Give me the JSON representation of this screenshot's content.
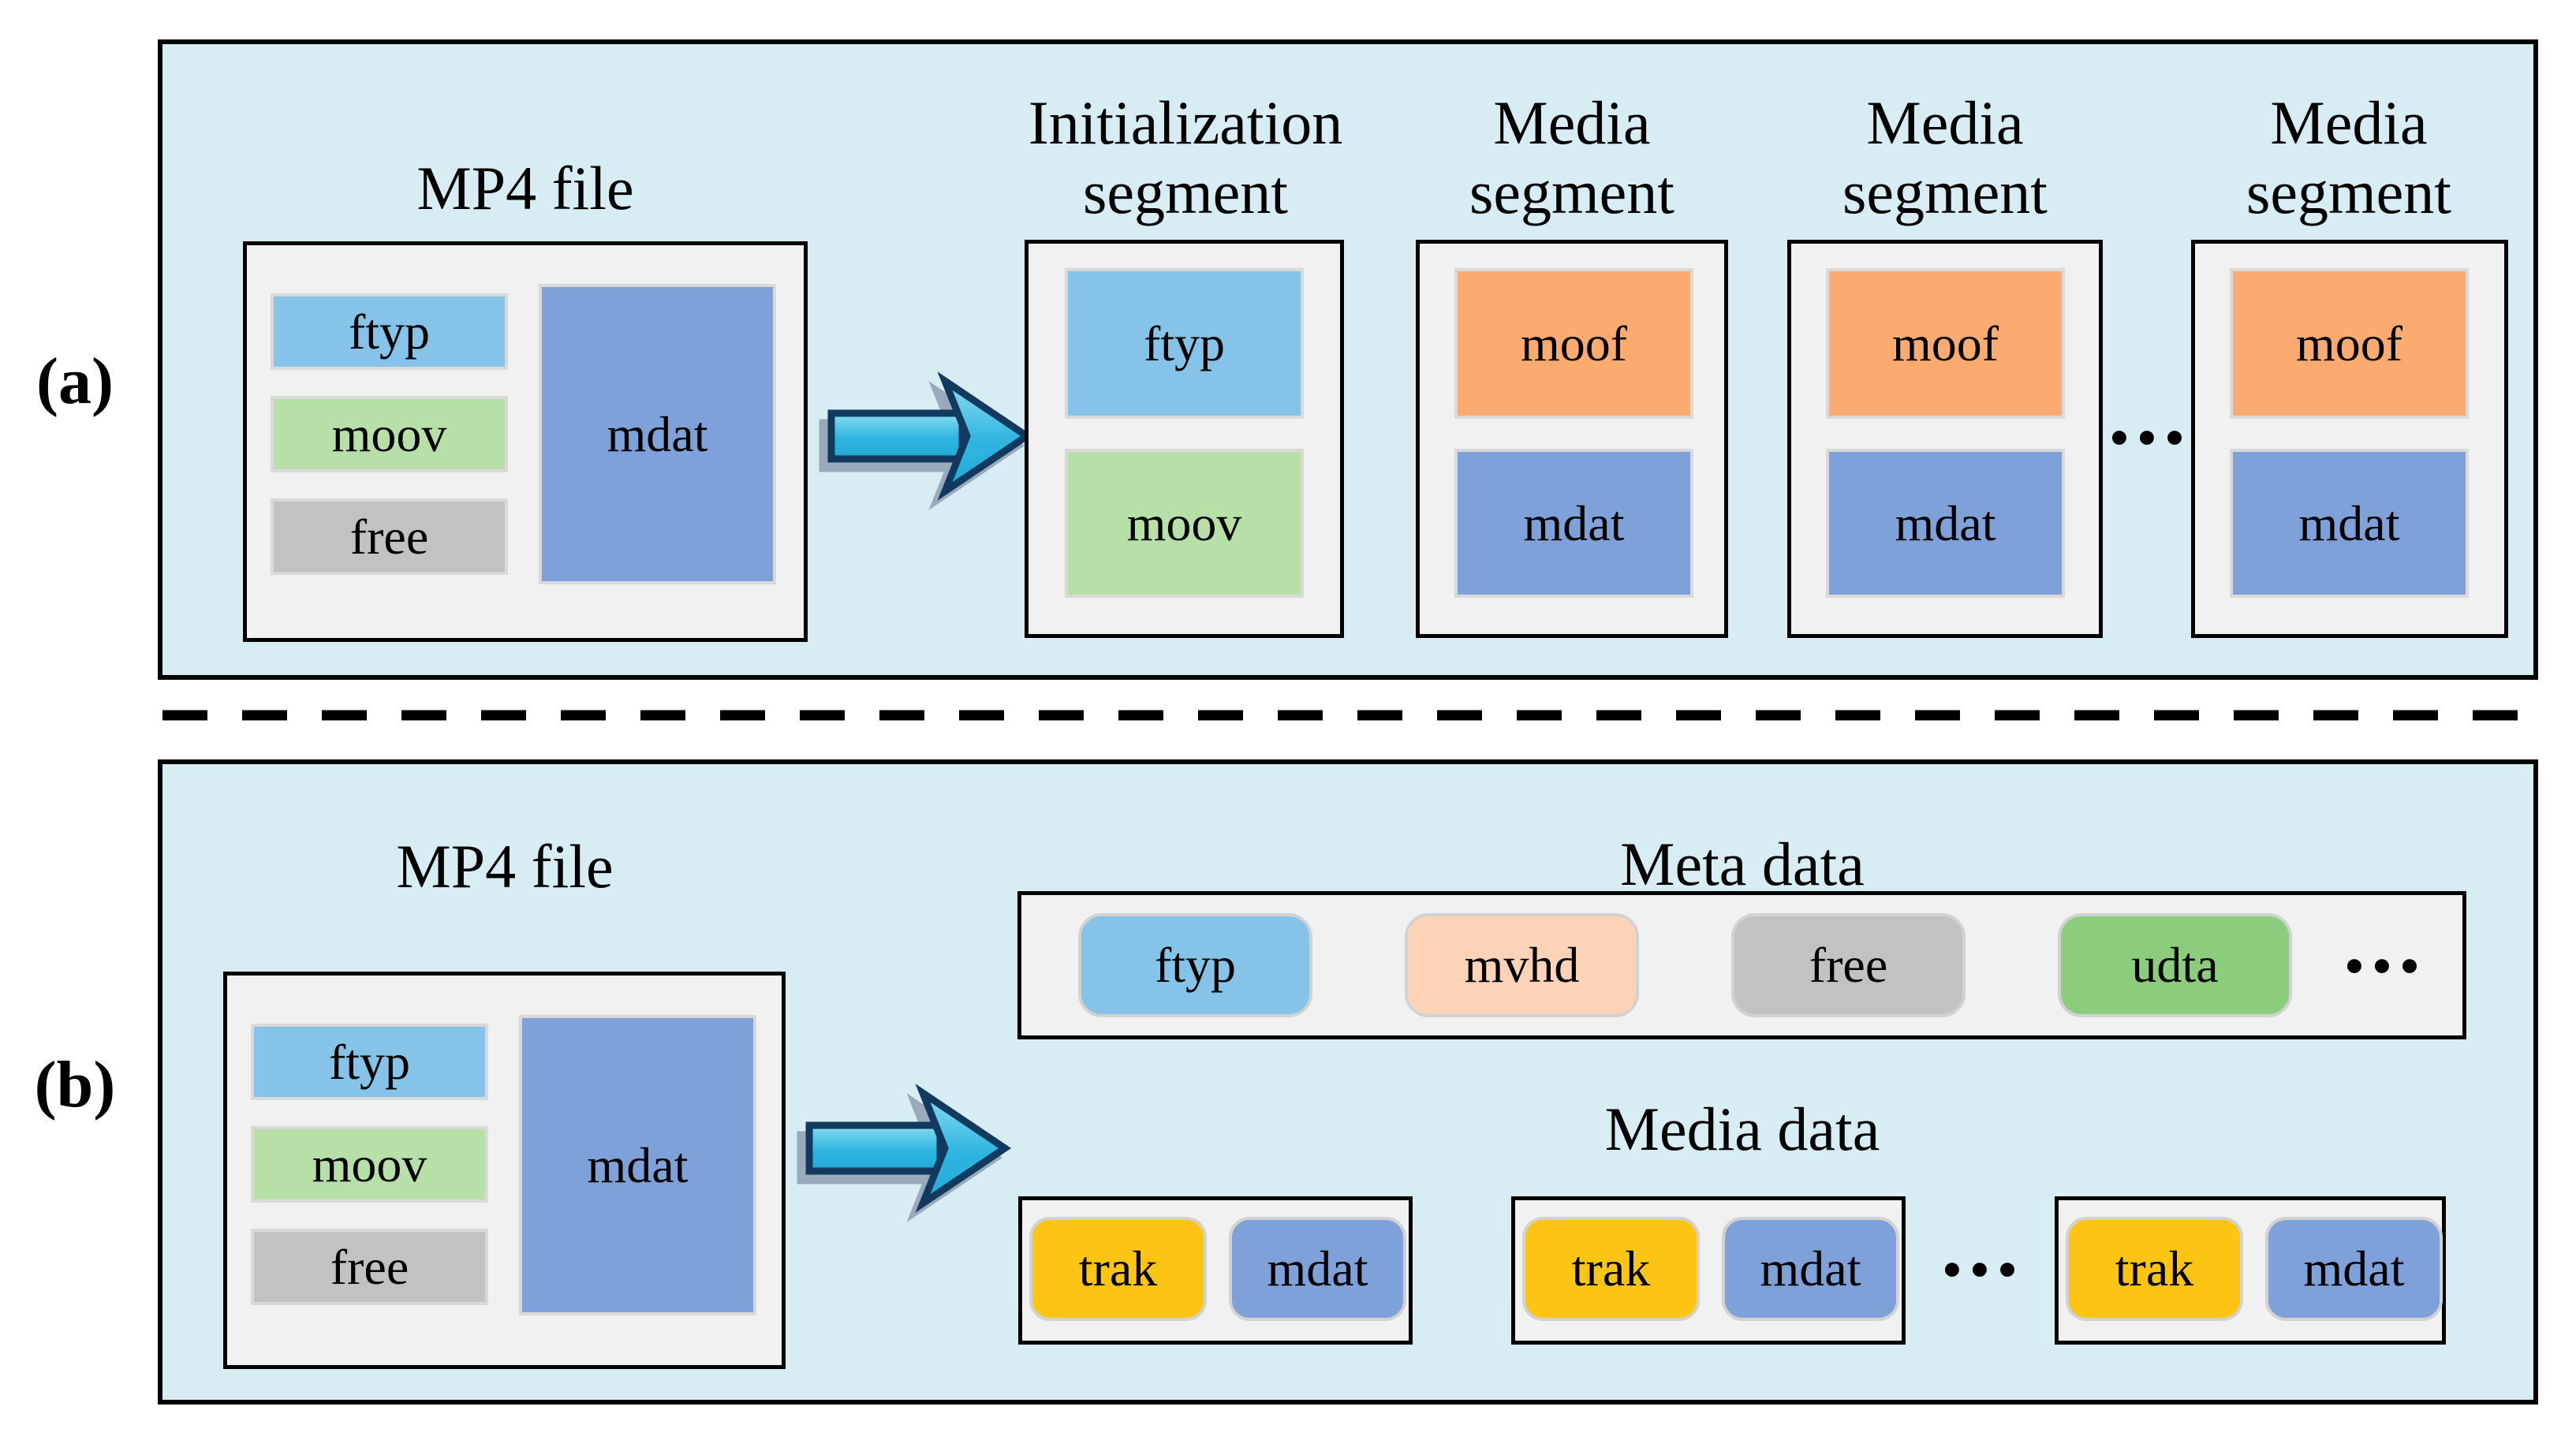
{
  "figure": {
    "panel_a": {
      "label": "(a)",
      "mp4_file": {
        "title": "MP4 file",
        "ftyp": "ftyp",
        "moov": "moov",
        "free": "free",
        "mdat": "mdat"
      },
      "init_segment": {
        "title_line1": "Initialization",
        "title_line2": "segment",
        "ftyp": "ftyp",
        "moov": "moov"
      },
      "media_segments": [
        {
          "title_line1": "Media",
          "title_line2": "segment",
          "moof": "moof",
          "mdat": "mdat"
        },
        {
          "title_line1": "Media",
          "title_line2": "segment",
          "moof": "moof",
          "mdat": "mdat"
        },
        {
          "title_line1": "Media",
          "title_line2": "segment",
          "moof": "moof",
          "mdat": "mdat"
        }
      ],
      "ellipsis": "•••"
    },
    "panel_b": {
      "label": "(b)",
      "mp4_file": {
        "title": "MP4 file",
        "ftyp": "ftyp",
        "moov": "moov",
        "free": "free",
        "mdat": "mdat"
      },
      "meta_data": {
        "title": "Meta data",
        "chips": [
          "ftyp",
          "mvhd",
          "free",
          "udta"
        ],
        "ellipsis": "•••"
      },
      "media_data": {
        "title": "Media data",
        "groups": [
          {
            "trak": "trak",
            "mdat": "mdat"
          },
          {
            "trak": "trak",
            "mdat": "mdat"
          },
          {
            "trak": "trak",
            "mdat": "mdat"
          }
        ],
        "ellipsis": "•••"
      }
    }
  },
  "colors": {
    "panel_bg": "#d7edf3",
    "container_bg": "#f1f1f1",
    "ftyp": "#85c4e8",
    "moov": "#b6e0a7",
    "free": "#c2c2c2",
    "mdat": "#7da1d8",
    "moof": "#fbab70",
    "mvhd": "#fcd3b6",
    "udta": "#8ccd7d",
    "trak": "#fcc413",
    "arrow_fill": "#2eb5e0",
    "arrow_fill_light": "#8adcf1",
    "arrow_outline": "#113a5e",
    "arrow_shadow": "#9aa9bb",
    "divider": "#000000"
  }
}
